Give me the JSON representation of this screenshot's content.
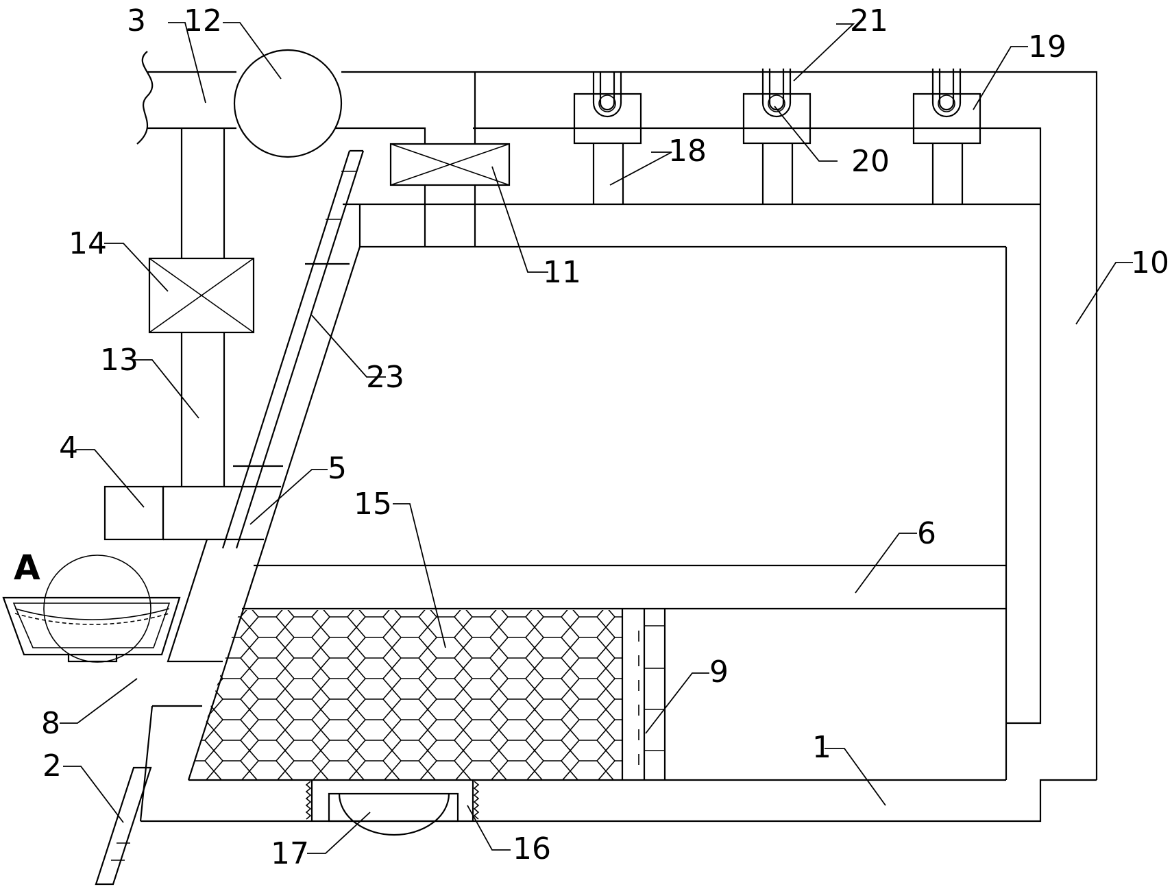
{
  "labels": {
    "n1": "1",
    "n2": "2",
    "n3": "3",
    "n4": "4",
    "n5": "5",
    "n6": "6",
    "n8": "8",
    "n9": "9",
    "n10": "10",
    "n11": "11",
    "n12": "12",
    "n13": "13",
    "n14": "14",
    "n15": "15",
    "n16": "16",
    "n17": "17",
    "n18": "18",
    "n19": "19",
    "n20": "20",
    "n21": "21",
    "n23": "23",
    "nA": "A"
  }
}
